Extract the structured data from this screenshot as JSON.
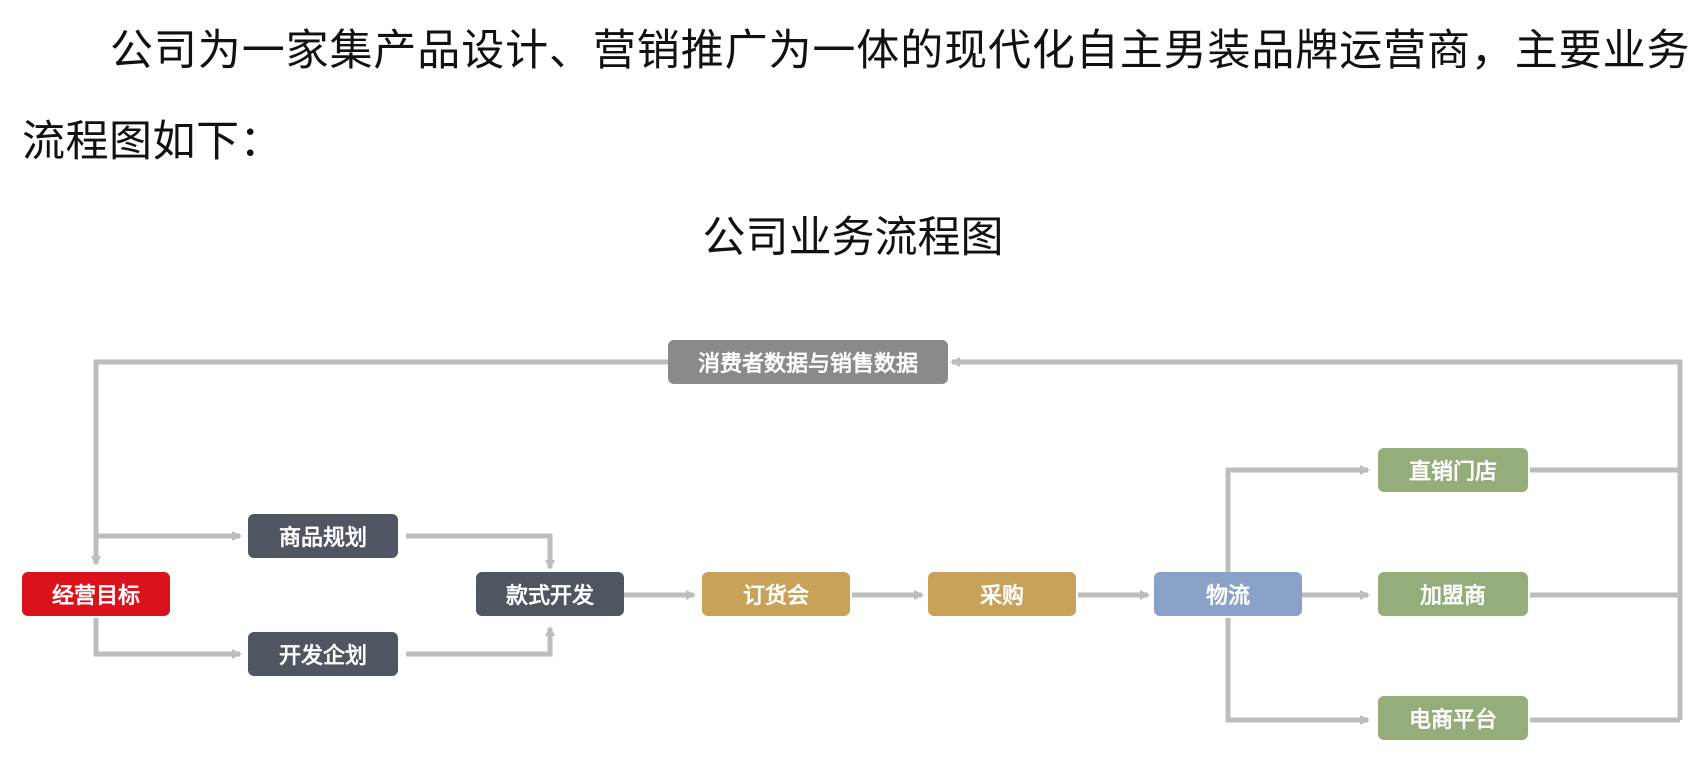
{
  "document": {
    "paragraph": "公司为一家集产品设计、营销推广为一体的现代化自主男装品牌运营商，主要业务流程图如下：",
    "figure_title": "公司业务流程图"
  },
  "diagram": {
    "feedback": "消费者数据与销售数据",
    "goal": "经营目标",
    "product_planning": "商品规划",
    "dev_planning": "开发企划",
    "style_dev": "款式开发",
    "order_fair": "订货会",
    "purchase": "采购",
    "logistics": "物流",
    "direct_store": "直销门店",
    "franchisee": "加盟商",
    "ecommerce": "电商平台"
  },
  "colors": {
    "goal": "#d9121b",
    "dark_nodes": "#4f5661",
    "feedback": "#8a8a8a",
    "gold_nodes": "#c9a25a",
    "logistics": "#8aa2c9",
    "channel_nodes": "#95ad7a",
    "connector": "#bdbdbd"
  }
}
